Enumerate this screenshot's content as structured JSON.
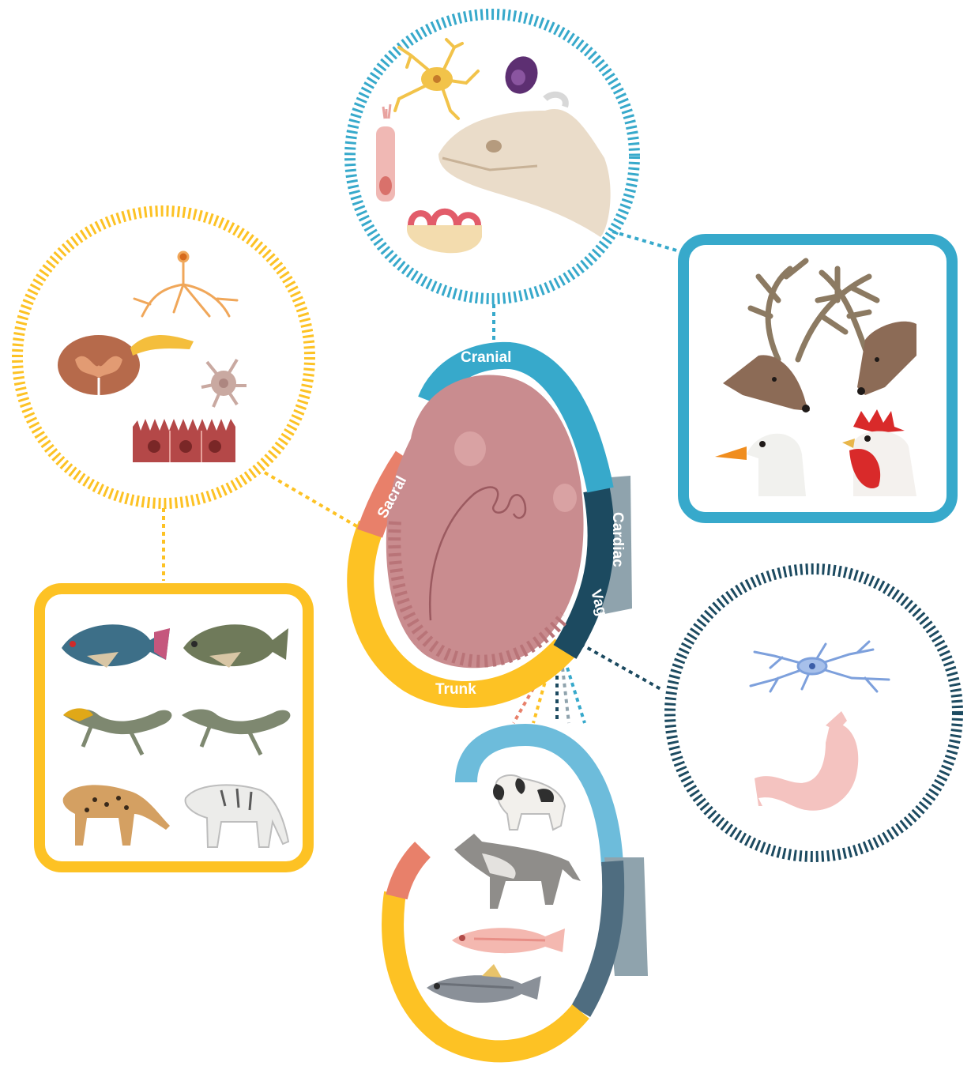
{
  "segments": {
    "cranial": "Cranial",
    "cardiac": "Cardiac",
    "vagal": "Vagal",
    "sacral": "Sacral",
    "trunk": "Trunk"
  },
  "colors": {
    "cranial": "#37a9cb",
    "cardiac": "#8fa3ad",
    "vagal": "#1c4a60",
    "sacral": "#e8806a",
    "trunk": "#fdc224",
    "embryo": "#c98c8f",
    "embryo_dark": "#9b5a60"
  },
  "panels": {
    "cranial_cells": [
      "oligodendrocyte-icon",
      "melanocyte-icon",
      "hair-cell-icon",
      "rodent-skull-icon",
      "teeth-icon"
    ],
    "cranial_species": [
      "deer-icon",
      "deer-icon",
      "goose-icon",
      "rooster-icon"
    ],
    "trunk_cells": [
      "neuron-icon",
      "spinal-cord-icon",
      "satellite-cell-icon",
      "epithelium-icon"
    ],
    "trunk_species": [
      "tilapia-icon",
      "tilapia-icon",
      "lizard-icon",
      "lizard-icon",
      "ocelot-icon",
      "white-tiger-icon"
    ],
    "vagal_cells": [
      "enteric-glia-icon",
      "stomach-icon"
    ],
    "all_species": [
      "dog-icon",
      "wolf-icon",
      "zebrafish-icon",
      "fish-icon"
    ]
  }
}
